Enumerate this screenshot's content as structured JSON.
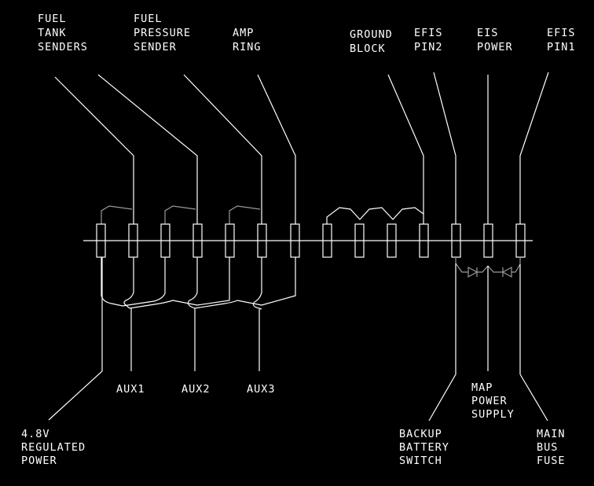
{
  "colors": {
    "background": "#000000",
    "line": "#ffffff",
    "dim_line": "#9a9a9a"
  },
  "labels": {
    "fuel_tank_senders": [
      "FUEL",
      "TANK",
      "SENDERS"
    ],
    "fuel_pressure_sender": [
      "FUEL",
      "PRESSURE",
      "SENDER"
    ],
    "amp_ring": [
      "AMP",
      "RING"
    ],
    "ground_block": [
      "GROUND",
      "BLOCK"
    ],
    "efis_pin2": [
      "EFIS",
      "PIN2"
    ],
    "eis_power": [
      "EIS",
      "POWER"
    ],
    "efis_pin1": [
      "EFIS",
      "PIN1"
    ],
    "aux1": "AUX1",
    "aux2": "AUX2",
    "aux3": "AUX3",
    "regulated_power": [
      "4.8V",
      "REGULATED",
      "POWER"
    ],
    "backup_battery_switch": [
      "BACKUP",
      "BATTERY",
      "SWITCH"
    ],
    "map_power_supply": [
      "MAP",
      "POWER",
      "SUPPLY"
    ],
    "main_bus_fuse": [
      "MAIN",
      "BUS",
      "FUSE"
    ]
  }
}
